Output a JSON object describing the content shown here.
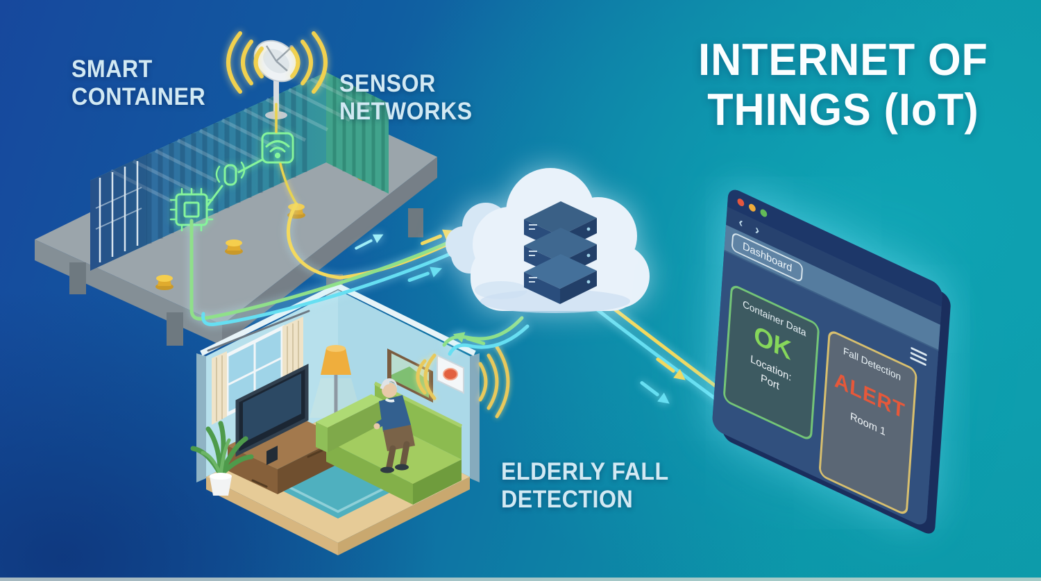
{
  "title": {
    "line1": "INTERNET OF",
    "line2": "THINGS (IoT)"
  },
  "labels": {
    "smart_container": {
      "line1": "SMART",
      "line2": "CONTAINER"
    },
    "sensor_networks": {
      "line1": "SENSOR",
      "line2": "NETWORKS"
    },
    "elderly_fall_detection": {
      "line1": "ELDERLY FALL",
      "line2": "DETECTION"
    }
  },
  "dashboard": {
    "window_dots": {
      "close": "#e4573f",
      "minimize": "#f0ab3a",
      "zoom": "#63bb58"
    },
    "nav": {
      "back": "‹",
      "forward": "›"
    },
    "address_tab": "Dashboard",
    "cards": [
      {
        "title": "Container Data",
        "status": "OK",
        "status_color": "#86d75b",
        "line1": "Location:",
        "line2": "Port",
        "border_color": "#74c577"
      },
      {
        "title": "Fall Detection",
        "status": "ALERT",
        "status_color": "#e6583a",
        "line1": "Room 1",
        "line2": "",
        "border_color": "#d8bf6e"
      }
    ]
  },
  "flows": {
    "container_to_cloud_colors": [
      "#f3d95e",
      "#8fe08a",
      "#66dff2"
    ],
    "cloud_to_room_colors": [
      "#8fe08a",
      "#66dff2"
    ],
    "cloud_to_dashboard_colors": [
      "#f3d95e",
      "#66dff2"
    ]
  },
  "scene_icons": {
    "container": [
      "satellite-dish-icon",
      "chip-icon",
      "beacon-icon",
      "wifi-icon",
      "bollard-icon"
    ],
    "cloud": [
      "cloud-icon",
      "server-stack-icon"
    ],
    "room": [
      "window-icon",
      "tv-icon",
      "sofa-icon",
      "elderly-person-icon",
      "floor-lamp-icon",
      "plant-icon",
      "picture-frame-icon",
      "fall-sensor-icon"
    ]
  }
}
